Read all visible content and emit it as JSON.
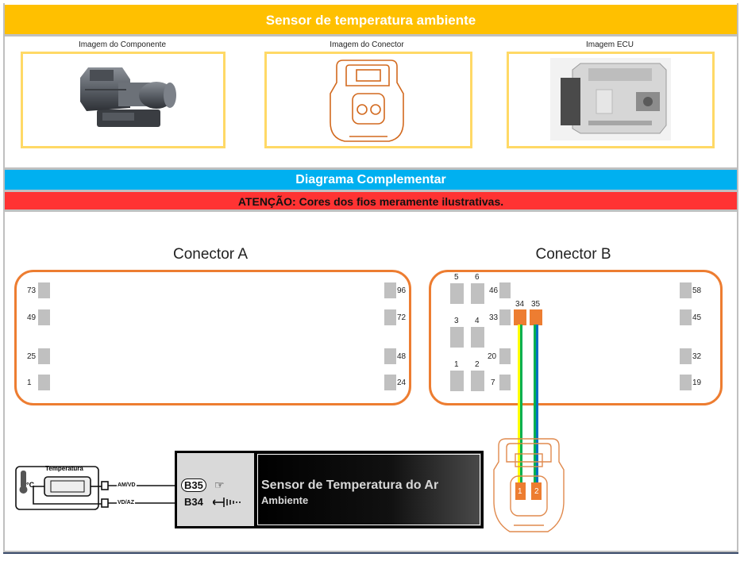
{
  "header": {
    "title": "Sensor de temperatura ambiente"
  },
  "images": {
    "component_label": "Imagem do Componente",
    "connector_label": "Imagem do Conector",
    "ecu_label": "Imagem ECU"
  },
  "sections": {
    "diagram_title": "Diagrama Complementar",
    "warning": "ATENÇÃO: Cores dos fios meramente ilustrativas."
  },
  "connector_a": {
    "title": "Conector A",
    "left_pins": [
      "73",
      "49",
      "25",
      "1"
    ],
    "right_pins": [
      "96",
      "72",
      "48",
      "24"
    ]
  },
  "connector_b": {
    "title": "Conector B",
    "big_pins": [
      "5",
      "6",
      "3",
      "4",
      "1",
      "2"
    ],
    "mid_pins": [
      "46",
      "33",
      "20",
      "7"
    ],
    "active_pins": [
      "34",
      "35"
    ],
    "right_pins": [
      "58",
      "45",
      "32",
      "19"
    ]
  },
  "wires": [
    {
      "from": "34",
      "to": "1",
      "colors": [
        "#ffff00",
        "#00b050"
      ],
      "label": "AM/VD"
    },
    {
      "from": "35",
      "to": "2",
      "colors": [
        "#00b050",
        "#0070c0"
      ],
      "label": "VD/AZ"
    }
  ],
  "sensor_connector": {
    "pins": [
      "1",
      "2"
    ]
  },
  "schematic": {
    "sensor_label": "Temperatura",
    "unit_label": "°C",
    "wire_top_label": "AM/VD",
    "wire_bottom_label": "VD/AZ",
    "pin_top": "B35",
    "pin_bottom": "B34",
    "description_title": "Sensor de Temperatura do Ar",
    "description_sub": "Ambiente"
  },
  "colors": {
    "title_bar": "#ffc000",
    "diagram_bar": "#00b0f0",
    "warning_bar": "#ff3333",
    "connector_outline": "#ed7d31",
    "image_frame": "#ffd966"
  }
}
